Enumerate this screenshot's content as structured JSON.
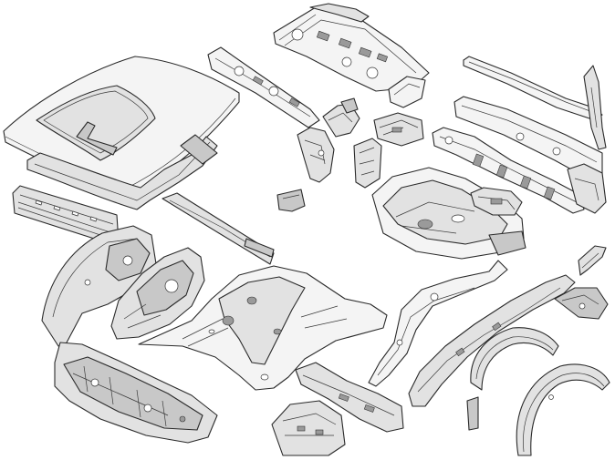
{
  "figure": {
    "kind": "exploded body-in-white parts illustration",
    "parts": [
      {
        "id": "roof-panel",
        "label": ""
      },
      {
        "id": "roof-bow-frame",
        "label": ""
      },
      {
        "id": "windshield-header",
        "label": ""
      },
      {
        "id": "roof-rail-inner",
        "label": ""
      },
      {
        "id": "rear-package-tray",
        "label": ""
      },
      {
        "id": "rear-header-panel",
        "label": ""
      },
      {
        "id": "c-pillar-inner",
        "label": ""
      },
      {
        "id": "bracket-left",
        "label": ""
      },
      {
        "id": "bracket-center",
        "label": ""
      },
      {
        "id": "bracket-small",
        "label": ""
      },
      {
        "id": "quarter-rail-upper",
        "label": ""
      },
      {
        "id": "quarter-rail-lower",
        "label": ""
      },
      {
        "id": "rocker-inner",
        "label": ""
      },
      {
        "id": "d-pillar-bracket",
        "label": ""
      },
      {
        "id": "spare-wheel-well",
        "label": ""
      },
      {
        "id": "trunk-floor-patch",
        "label": ""
      },
      {
        "id": "front-wheelhouse-left",
        "label": ""
      },
      {
        "id": "shock-tower-left",
        "label": ""
      },
      {
        "id": "dash-panel",
        "label": ""
      },
      {
        "id": "front-floor-pan",
        "label": ""
      },
      {
        "id": "cowl-panel",
        "label": ""
      },
      {
        "id": "toe-board",
        "label": ""
      },
      {
        "id": "front-frame-rail",
        "label": ""
      },
      {
        "id": "rear-frame-rail",
        "label": ""
      },
      {
        "id": "rear-wheelhouse-outer",
        "label": ""
      },
      {
        "id": "rear-wheelhouse-inner",
        "label": ""
      },
      {
        "id": "small-strut",
        "label": ""
      },
      {
        "id": "corner-bracket",
        "label": ""
      }
    ]
  }
}
